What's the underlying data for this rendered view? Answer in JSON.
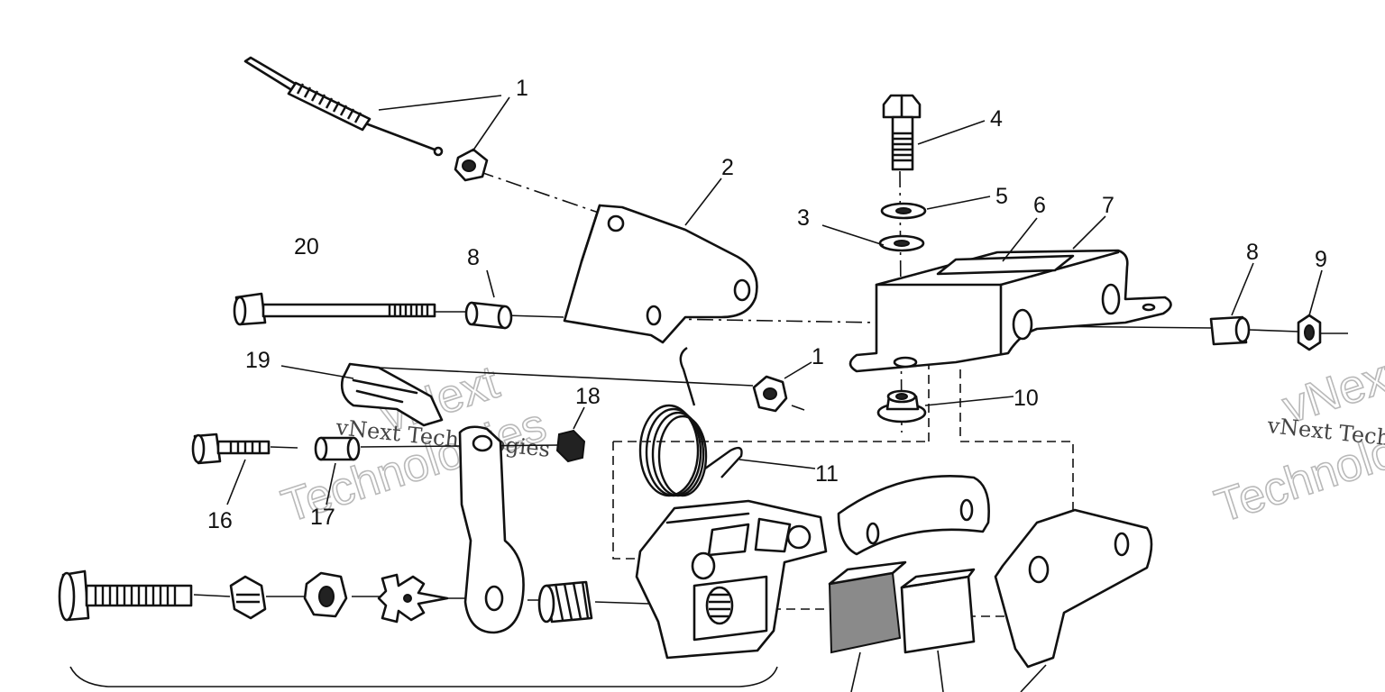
{
  "callouts": {
    "c1a": "1",
    "c1b": "1",
    "c2": "2",
    "c3": "3",
    "c4": "4",
    "c5": "5",
    "c6": "6",
    "c7": "7",
    "c8a": "8",
    "c8b": "8",
    "c9": "9",
    "c10": "10",
    "c11": "11",
    "c16": "16",
    "c17": "17",
    "c18": "18",
    "c19": "19",
    "c20": "20"
  },
  "watermark": {
    "brand": "vNext",
    "line_serif": "vNext Technologies",
    "line_outline": "Technologies"
  },
  "colors": {
    "ink": "#111111",
    "paper": "#ffffff",
    "watermark": "#b9b9b9"
  }
}
